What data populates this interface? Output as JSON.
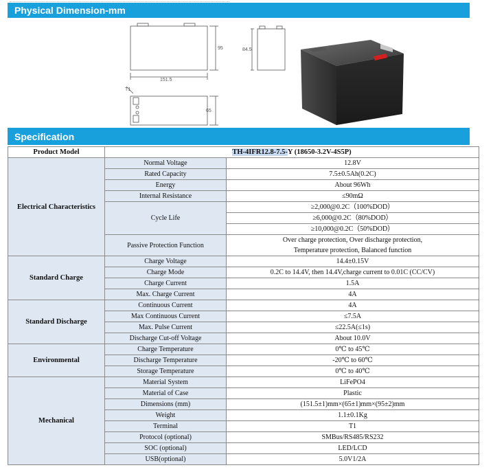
{
  "sections": {
    "physical_title": "Physical Dimension-mm",
    "spec_title": "Specification"
  },
  "drawing": {
    "width_label": "151.5",
    "height_label": "95",
    "height2_label": "84.5",
    "depth_label": "65",
    "terminal_label": "T1"
  },
  "table": {
    "header_label": "Product Model",
    "model_highlight": "TH-4IFR12.8-7.5-",
    "model_rest": "Y (18650-3.2V-4S5P)",
    "electrical": {
      "category": "Electrical Characteristics",
      "rows": [
        {
          "param": "Normal Voltage",
          "value": "12.8V"
        },
        {
          "param": "Rated Capacity",
          "value": "7.5±0.5Ah(0.2C)"
        },
        {
          "param": "Energy",
          "value": "About 96Wh"
        },
        {
          "param": "Internal Resistance",
          "value": "≤90mΩ"
        }
      ],
      "cycle_life_label": "Cycle Life",
      "cycle_life_values": [
        "≥2,000@0.2C（100%DOD）",
        "≥6,000@0.2C（80%DOD）",
        "≥10,000@0.2C（50%DOD）"
      ],
      "passive_label": "Passive Protection Function",
      "passive_value_1": "Over charge protection, Over discharge protection,",
      "passive_value_2": "Temperature protection, Balanced function"
    },
    "standard_charge": {
      "category": "Standard Charge",
      "rows": [
        {
          "param": "Charge Voltage",
          "value": "14.4±0.15V"
        },
        {
          "param": "Charge Mode",
          "value": "0.2C to 14.4V, then 14.4V,charge current to 0.01C (CC/CV)"
        },
        {
          "param": "Charge Current",
          "value": "1.5A"
        },
        {
          "param": "Max. Charge Current",
          "value": "4A"
        }
      ]
    },
    "standard_discharge": {
      "category": "Standard Discharge",
      "rows": [
        {
          "param": "Continuous Current",
          "value": "4A"
        },
        {
          "param": "Max Continuous Current",
          "value": "≤7.5A"
        },
        {
          "param": "Max. Pulse Current",
          "value": "≤22.5A(≤1s)"
        },
        {
          "param": "Discharge Cut-off Voltage",
          "value": "About 10.0V"
        }
      ]
    },
    "environmental": {
      "category": "Environmental",
      "rows": [
        {
          "param": "Charge Temperature",
          "value": "0℃ to 45℃"
        },
        {
          "param": "Discharge Temperature",
          "value": "-20℃ to 60℃"
        },
        {
          "param": "Storage Temperature",
          "value": "0℃ to 40℃"
        }
      ]
    },
    "mechanical": {
      "category": "Mechanical",
      "rows": [
        {
          "param": "Material System",
          "value": "LiFePO4"
        },
        {
          "param": "Material of Case",
          "value": "Plastic"
        },
        {
          "param": "Dimensions (mm)",
          "value": "(151.5±1)mm×(65±1)mm×(95±2)mm"
        },
        {
          "param": "Weight",
          "value": "1.1±0.1Kg"
        },
        {
          "param": "Terminal",
          "value": "T1"
        },
        {
          "param": "Protocol (optional)",
          "value": "SMBus/RS485/RS232"
        },
        {
          "param": "SOC (optional)",
          "value": "LED/LCD"
        },
        {
          "param": "USB(optional)",
          "value": "5.0V1/2A"
        }
      ]
    }
  }
}
